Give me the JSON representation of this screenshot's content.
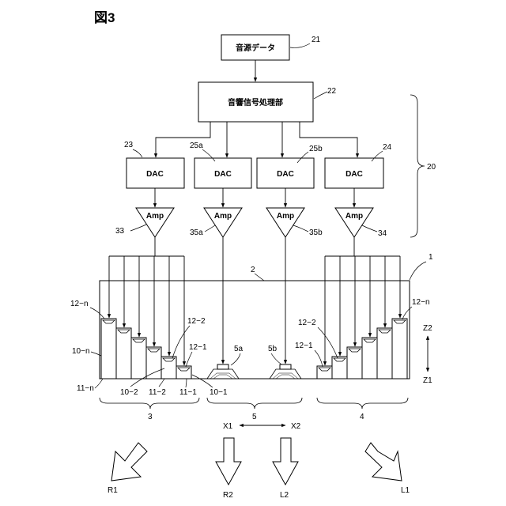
{
  "figure_title": "図3",
  "blocks": {
    "source": {
      "label": "音源データ",
      "ref": "21"
    },
    "processor": {
      "label": "音響信号処理部",
      "ref": "22"
    },
    "dac_23": {
      "label": "DAC",
      "ref": "23"
    },
    "dac_25a": {
      "label": "DAC",
      "ref": "25a"
    },
    "dac_25b": {
      "label": "DAC",
      "ref": "25b"
    },
    "dac_24": {
      "label": "DAC",
      "ref": "24"
    },
    "amp_33": {
      "label": "Amp",
      "ref": "33"
    },
    "amp_35a": {
      "label": "Amp",
      "ref": "35a"
    },
    "amp_35b": {
      "label": "Amp",
      "ref": "35b"
    },
    "amp_34": {
      "label": "Amp",
      "ref": "34"
    }
  },
  "group_refs": {
    "electronics": "20",
    "device": "1",
    "housing": "2",
    "left_array": "3",
    "center_pair": "5",
    "right_array": "4"
  },
  "speaker_refs": {
    "left_top": "12−n",
    "left_side": "10−n",
    "left_small": "12−2",
    "left_one": "12−1",
    "left_bottom_n": "11−n",
    "left_bottom_10_2": "10−2",
    "left_bottom_11_2": "11−2",
    "left_bottom_11_1": "11−1",
    "left_bottom_10_1": "10−1",
    "right_top": "12−n",
    "right_small": "12−2",
    "right_one": "12−1",
    "center_a": "5a",
    "center_b": "5b"
  },
  "axes": {
    "x1": "X1",
    "x2": "X2",
    "z1": "Z1",
    "z2": "Z2"
  },
  "directions": {
    "r1": "R1",
    "r2": "R2",
    "l2": "L2",
    "l1": "L1"
  }
}
